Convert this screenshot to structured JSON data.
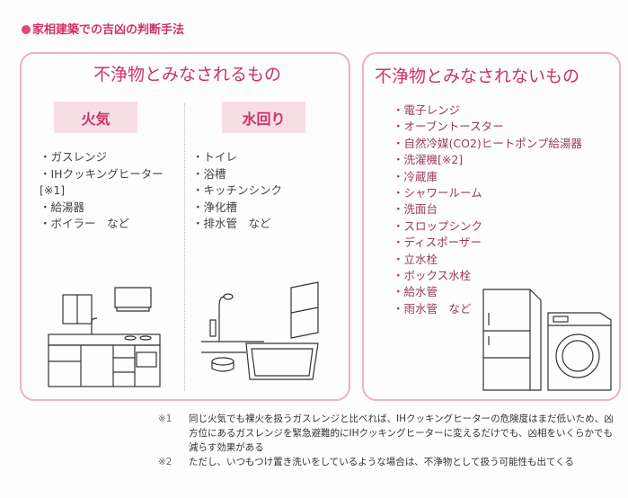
{
  "heading": "家相建築での吉凶の判断手法",
  "impure": {
    "title": "不浄物とみなされるもの",
    "fire": {
      "label": "火気",
      "items": [
        "・ガスレンジ",
        "・IHクッキングヒーター",
        "[※1]",
        "・給湯器",
        "・ボイラー　など"
      ]
    },
    "water": {
      "label": "水回り",
      "items": [
        "・トイレ",
        "・浴槽",
        "・キッチンシンク",
        "・浄化槽",
        "・排水管　など"
      ]
    }
  },
  "not_impure": {
    "title": "不浄物とみなされないもの",
    "items": [
      "・電子レンジ",
      "・オーブントースター",
      "・自然冷媒(CO2)ヒートポンプ給湯器",
      "・洗濯機[※2]",
      "・冷蔵庫",
      "・シャワールーム",
      "・洗面台",
      "・スロップシンク",
      "・ディスポーザー",
      "・立水栓",
      "・ボックス水栓",
      "・給水管",
      "・雨水管　など"
    ]
  },
  "notes": [
    {
      "mark": "※1",
      "text": "同じ火気でも裸火を扱うガスレンジと比べれば、IHクッキングヒーターの危険度はまだ低いため、凶方位にあるガスレンジを緊急避難的にIHクッキングヒーターに変えるだけでも、凶相をいくらかでも減らす効果がある"
    },
    {
      "mark": "※2",
      "text": "ただし、いつもつけ置き洗いをしているような場合は、不浄物として扱う可能性も出てくる"
    }
  ]
}
